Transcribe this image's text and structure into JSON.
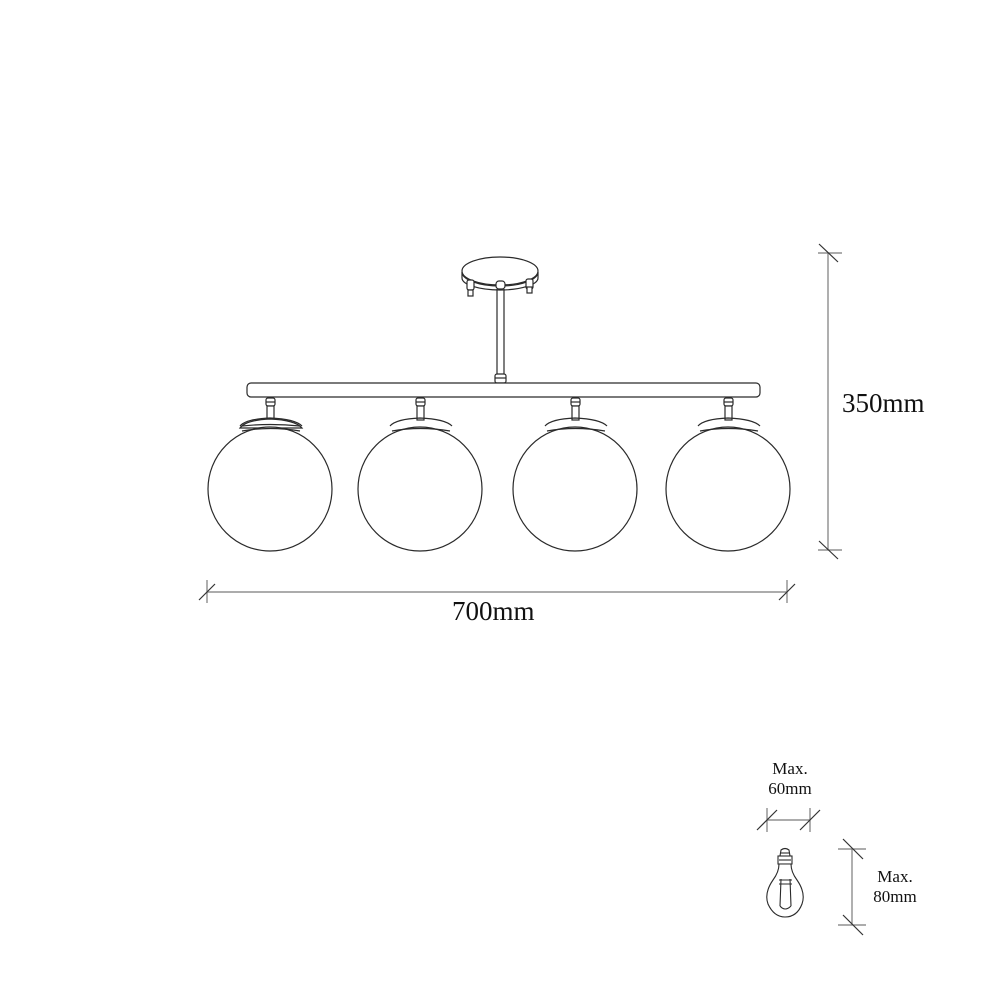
{
  "drawing": {
    "type": "technical dimension drawing",
    "subject": "4-globe ceiling light fixture",
    "globe_count": 4,
    "line_color": "#2a2a2a",
    "dim_line_color": "#7a7a7a"
  },
  "dimensions": {
    "height_label": "350mm",
    "width_label": "700mm"
  },
  "bulb": {
    "width_label_line1": "Max.",
    "width_label_line2": "60mm",
    "height_label_line1": "Max.",
    "height_label_line2": "80mm"
  }
}
